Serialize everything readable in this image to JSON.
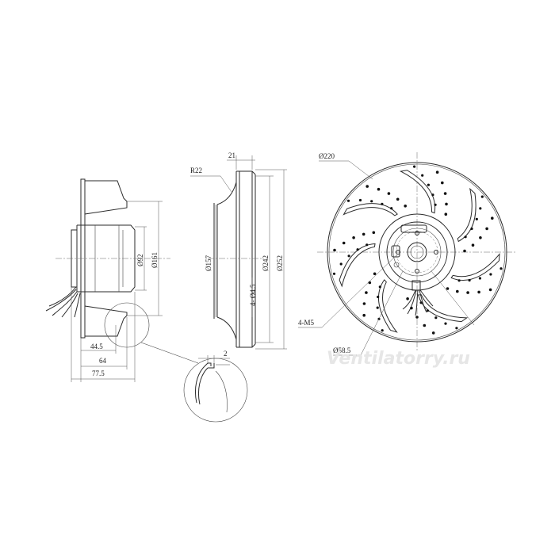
{
  "side_view": {
    "dim_dia_92": "Ø92",
    "dim_dia_161": "Ø161",
    "dim_44_5": "44.5",
    "dim_64": "64",
    "dim_77_5": "77.5"
  },
  "section_view": {
    "dim_21": "21",
    "dim_r22": "R22",
    "dim_dia_157": "Ø157",
    "dim_holes": "4- Ø4.5",
    "dim_dia_242": "Ø242",
    "dim_dia_252": "Ø252"
  },
  "detail_view": {
    "dim_2": "2"
  },
  "front_view": {
    "dim_dia_220": "Ø220",
    "dim_4_m5": "4-M5",
    "dim_dia_58_5": "Ø58.5",
    "blade_count": 7
  },
  "watermark": "Ventilatorry.ru",
  "colors": {
    "line": "#2a2a2a",
    "watermark": "#e6e6e6"
  }
}
